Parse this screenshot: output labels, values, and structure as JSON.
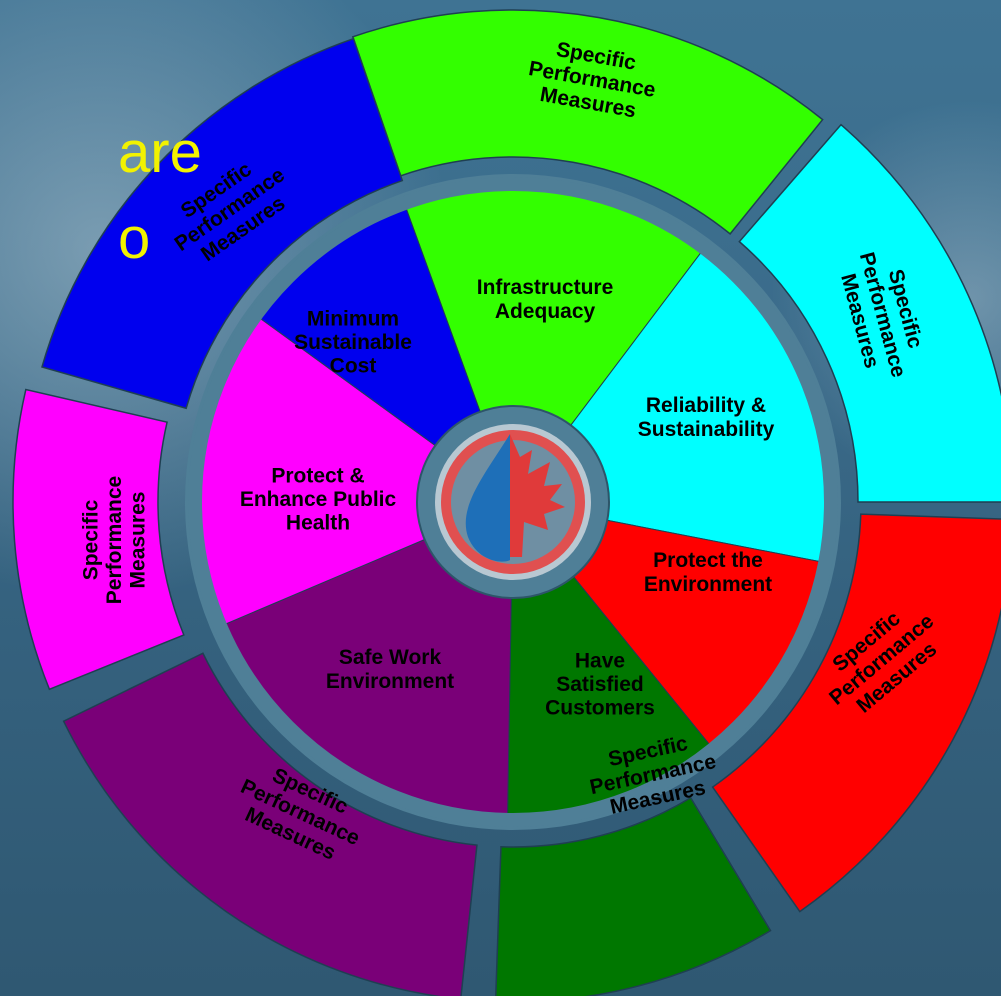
{
  "background": {
    "fragments": [
      "are",
      "o"
    ],
    "text_color": "#f2f200"
  },
  "wheel": {
    "inner_segments": [
      {
        "id": "infrastructure",
        "lines": [
          "Infrastructure",
          "Adequacy"
        ],
        "color": "#33ff00"
      },
      {
        "id": "reliability",
        "lines": [
          "Reliability &",
          "Sustainability"
        ],
        "color": "#00ffff"
      },
      {
        "id": "environment",
        "lines": [
          "Protect the",
          "Environment"
        ],
        "color": "#ff0000"
      },
      {
        "id": "customers",
        "lines": [
          "Have",
          "Satisfied",
          "Customers"
        ],
        "color": "#007700"
      },
      {
        "id": "safe-work",
        "lines": [
          "Safe Work",
          "Environment"
        ],
        "color": "#7a0078"
      },
      {
        "id": "public-health",
        "lines": [
          "Protect &",
          "Enhance Public",
          "Health"
        ],
        "color": "#ff00ff"
      },
      {
        "id": "min-cost",
        "lines": [
          "Minimum",
          "Sustainable",
          "Cost"
        ],
        "color": "#0000ee"
      }
    ],
    "outer_segments": [
      {
        "id": "infrastructure",
        "lines": [
          "Specific",
          "Performance",
          "Measures"
        ],
        "color": "#33ff00"
      },
      {
        "id": "reliability",
        "lines": [
          "Specific",
          "Performance",
          "Measures"
        ],
        "color": "#00ffff"
      },
      {
        "id": "environment",
        "lines": [
          "Specific",
          "Performance",
          "Measures"
        ],
        "color": "#ff0000"
      },
      {
        "id": "customers",
        "lines": [
          "Specific",
          "Performance",
          "Measures"
        ],
        "color": "#007700"
      },
      {
        "id": "safe-work",
        "lines": [
          "Specific",
          "Performance",
          "Measures"
        ],
        "color": "#7a0078"
      },
      {
        "id": "public-health",
        "lines": [
          "Specific",
          "Performance",
          "Measures"
        ],
        "color": "#ff00ff"
      },
      {
        "id": "min-cost",
        "lines": [
          "Specific",
          "Performance",
          "Measures"
        ],
        "color": "#0000ee"
      }
    ],
    "center_logo": {
      "icon": "water-drop-maple-leaf-logo",
      "ring_color": "#e05050",
      "drop_color": "#1e6fb8",
      "leaf_color": "#e03a3a"
    },
    "ring_color": "#4f7f97",
    "background_color": "#3d6f8e"
  }
}
